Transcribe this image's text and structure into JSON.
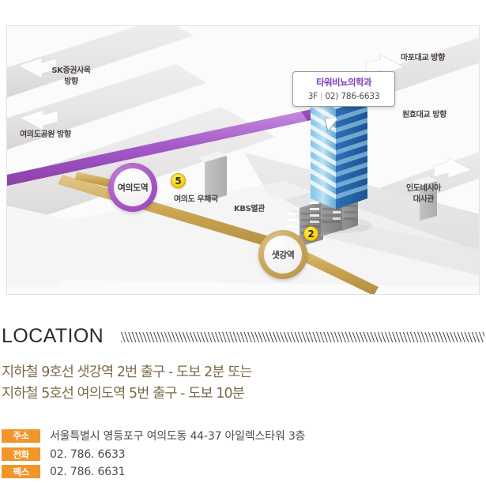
{
  "map": {
    "callout": {
      "title": "타워비뇨의학과",
      "floor": "3F",
      "separator": "|",
      "phone": "02) 786-6633"
    },
    "stations": [
      {
        "name": "여의도역",
        "line": "5",
        "color": "#a759c7",
        "exit": "5"
      },
      {
        "name": "샛강역",
        "line": "9",
        "color": "#c6a45a",
        "exit": "2"
      }
    ],
    "labels": {
      "sk": "SK증권사옥\n방향",
      "park": "여의도공원 방향",
      "mapo": "마포대교 방향",
      "wonhyo": "원효대교 방향",
      "postoffice": "여의도 우체국",
      "kbs": "KBS별관",
      "embassy": "인도네시아\n대사관"
    }
  },
  "location": {
    "title": "LOCATION",
    "lines": [
      "지하철 9호선 샛강역 2번 출구 - 도보 2분 또는",
      "지하철 5호선 여의도역 5번 출구 - 도보 10분"
    ]
  },
  "contact": {
    "rows": [
      {
        "label": "주소",
        "value": "서울특별시  영등포구  여의도동  44-37  아일렉스타워 3층"
      },
      {
        "label": "전화",
        "value": "02. 786. 6633"
      },
      {
        "label": "팩스",
        "value": "02. 786. 6631"
      }
    ],
    "badge_color": "#f0962b"
  }
}
